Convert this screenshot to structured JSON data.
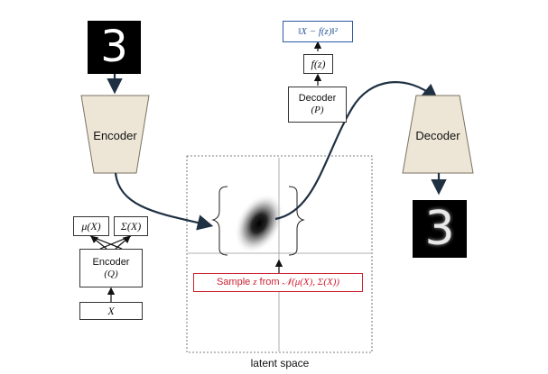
{
  "input_digit": "3",
  "output_digit": "3",
  "encoder_trapezoid": {
    "label": "Encoder"
  },
  "decoder_trapezoid": {
    "label": "Decoder"
  },
  "left_graph": {
    "mu": "μ(X)",
    "sigma": "Σ(X)",
    "encoder_line1": "Encoder",
    "encoder_line2": "(Q)",
    "x": "X"
  },
  "top_graph": {
    "loss": "‖X − f(z)‖²",
    "fz": "f(z)",
    "decoder_line1": "Decoder",
    "decoder_line2": "(P)"
  },
  "sample": {
    "prefix": "Sample",
    "var": "z",
    "mid": "from",
    "dist": "𝒩(μ(X), Σ(X))"
  },
  "latent_space_label": "latent space",
  "colors": {
    "trapezoid_fill": "#ede6d6",
    "trapezoid_stroke": "#7a7262",
    "arrow": "#1e3042",
    "sample_red": "#cc2233",
    "loss_blue": "#2c5aa0"
  }
}
